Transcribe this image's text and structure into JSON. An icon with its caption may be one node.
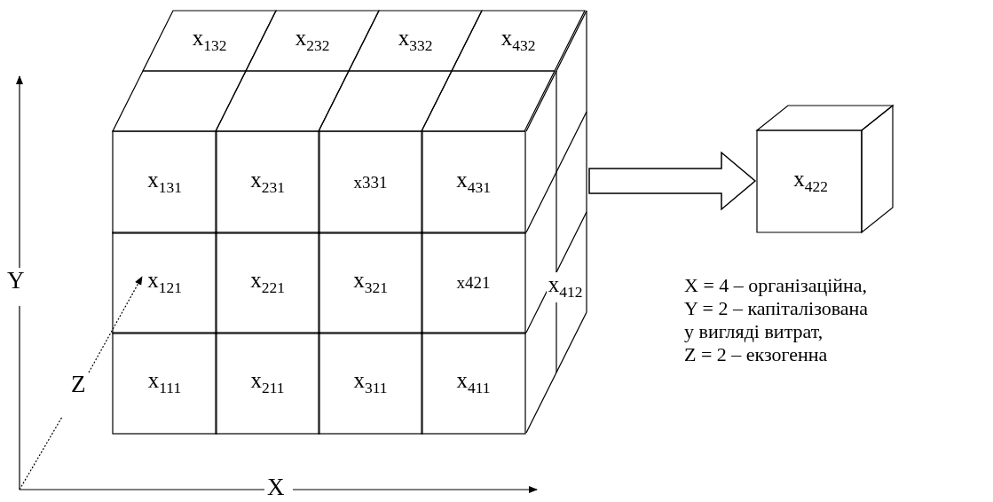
{
  "diagram": {
    "nodes": [
      {
        "text": [],
        "shape": "cube"
      },
      {
        "text": [
          "x$_{132}$"
        ],
        "in": 0
      },
      {
        "text": [
          "x$_{232}$"
        ],
        "in": 0
      },
      {
        "text": [
          "x$_{332}$"
        ],
        "in": 0
      },
      {
        "text": [
          "x$_{432}$"
        ],
        "in": 0
      },
      {
        "text": [],
        "shape": "parallelogram",
        "in": 0
      },
      {
        "text": [],
        "shape": "parallelogram",
        "in": 0
      },
      {
        "text": [],
        "shape": "parallelogram",
        "in": 0
      },
      {
        "text": [],
        "shape": "parallelogram",
        "in": 0
      },
      {
        "text": [
          "x$_{131}$"
        ],
        "in": 0
      },
      {
        "text": [
          "x$_{231}$"
        ],
        "in": 0
      },
      {
        "text": [
          "x331"
        ],
        "in": 0
      },
      {
        "text": [
          "x$_{431}$"
        ],
        "in": 0
      },
      {
        "text": [
          "x$_{121}$"
        ],
        "in": 0
      },
      {
        "text": [
          "x$_{221}$"
        ],
        "in": 0
      },
      {
        "text": [
          "x$_{321}$"
        ],
        "in": 0
      },
      {
        "text": [
          "x421"
        ],
        "in": 0
      },
      {
        "text": [
          "x$_{111}$"
        ],
        "in": 0
      },
      {
        "text": [
          "x$_{211}$"
        ],
        "in": 0
      },
      {
        "text": [
          "x$_{311}$"
        ],
        "in": 0
      },
      {
        "text": [
          "x$_{411}$"
        ],
        "in": 0
      },
      {
        "text": [
          "x$_{412}$"
        ],
        "in": 0
      },
      {
        "text": [
          "x$_{422}$"
        ]
      }
    ],
    "edges": [
      {
        "from": 0,
        "to": 22,
        "arrow": "to"
      }
    ],
    "labels": [
      "Y",
      "Z",
      "X",
      "X = 4 – організаційна,",
      "Y = 2 – капіталізована у вигляді витрат,",
      "Z = 2 – екзогенна"
    ]
  }
}
